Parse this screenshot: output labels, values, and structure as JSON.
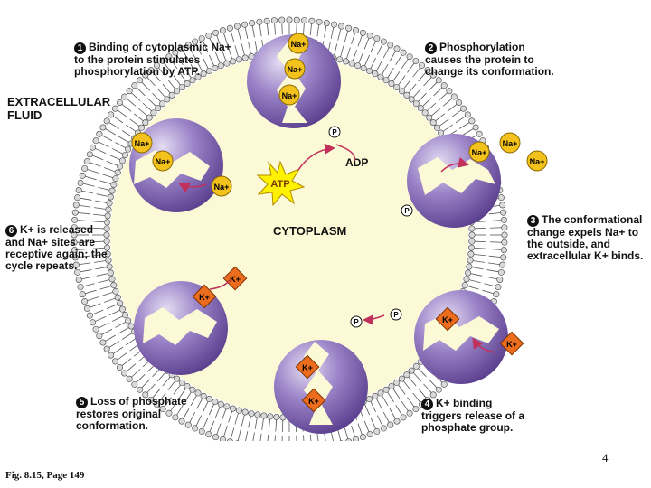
{
  "extracellular_label": "EXTRACELLULAR\nFLUID",
  "cytoplasm_label": "CYTOPLASM",
  "steps": [
    {
      "num": "1",
      "text": "Binding of cytoplasmic Na+\nto the protein stimulates\nphosphorylation by ATP."
    },
    {
      "num": "2",
      "text": "Phosphorylation\ncauses the protein to\nchange its conformation."
    },
    {
      "num": "3",
      "text": "The conformational\nchange expels Na+ to\nthe outside, and\nextracellular K+ binds."
    },
    {
      "num": "4",
      "text": "K+ binding\ntriggers release of a\nphosphate group."
    },
    {
      "num": "5",
      "text": "Loss of phosphate\nrestores original\nconformation."
    },
    {
      "num": "6",
      "text": "K+ is released\nand Na+ sites are\nreceptive again; the\ncycle repeats."
    }
  ],
  "ions": {
    "sodium": "Na+",
    "potassium": "K+"
  },
  "molecules": {
    "atp": "ATP",
    "adp": "ADP",
    "phosphate": "P"
  },
  "slide_number": "4",
  "figure_caption": "Fig. 8.15, Page 149",
  "colors": {
    "cytoplasm": "#fbf9d6",
    "protein": "#8f74be",
    "sodium": "#f4c21d",
    "potassium": "#ec6d1d",
    "arrow": "#c0305a"
  }
}
